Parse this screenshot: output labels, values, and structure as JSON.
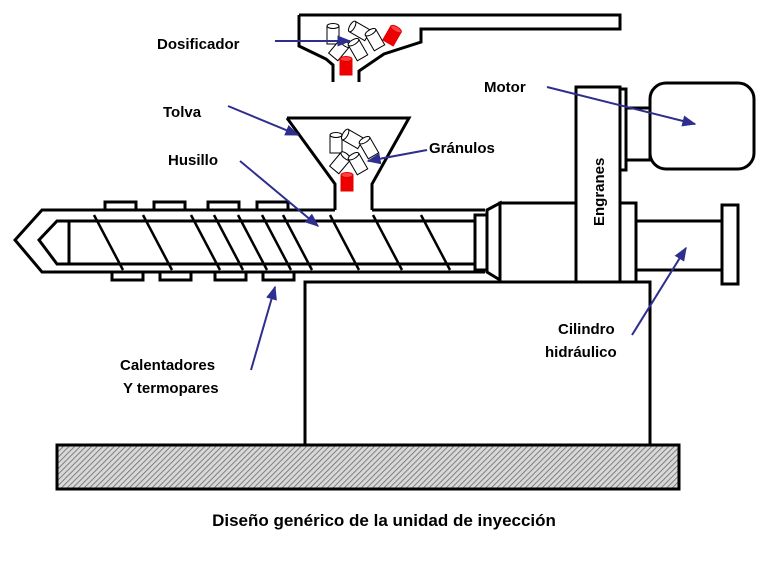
{
  "title": "Diseño genérico de la unidad de inyección",
  "labels": {
    "dosificador": "Dosificador",
    "tolva": "Tolva",
    "husillo": "Husillo",
    "granulos": "Gránulos",
    "motor": "Motor",
    "engranes": "Engranes",
    "cilindro_line1": "Cilindro",
    "cilindro_line2": "hidráulico",
    "calentadores_line1": "Calentadores",
    "calentadores_line2": "Y termopares"
  },
  "colors": {
    "arrow": "#2e2e8f",
    "pellet_highlight": "#ee0000",
    "outline": "#000000",
    "base_hatch": "#9a9a9a"
  },
  "icons": {
    "pellet": "cylinder",
    "pellet_highlight": "red-cylinder"
  }
}
